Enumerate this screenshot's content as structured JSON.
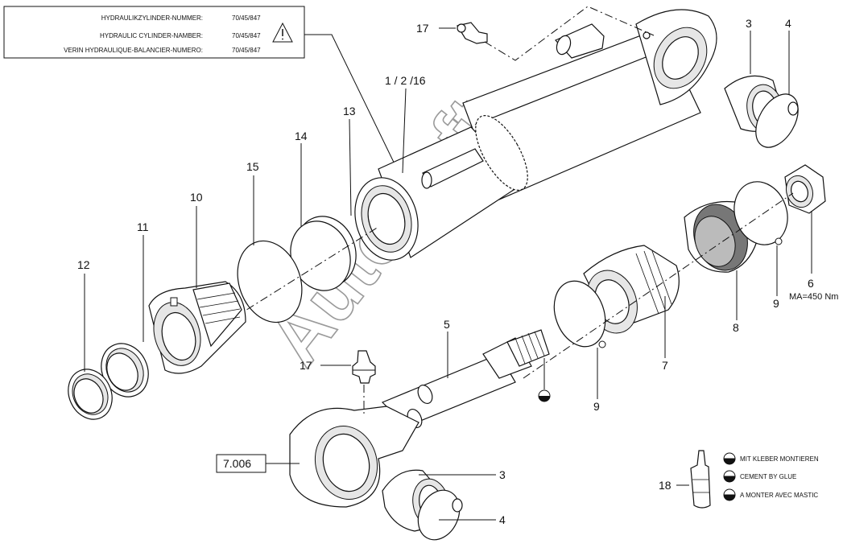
{
  "info_box": {
    "rows": [
      {
        "label": "HYDRAULIKZYLINDER-NUMMER:",
        "value": "70/45/847"
      },
      {
        "label": "HYDRAULIC CYLINDER-NAMBER:",
        "value": "70/45/847"
      },
      {
        "label": "VERIN HYDRAULIQUE-BALANCIER-NUMERO:",
        "value": "70/45/847"
      }
    ]
  },
  "callouts": {
    "c17_top": "17",
    "c1_2_16": "1 / 2 /16",
    "c3_top": "3",
    "c4_top": "4",
    "c13": "13",
    "c14": "14",
    "c15": "15",
    "c10": "10",
    "c11": "11",
    "c12": "12",
    "c6": "6",
    "torque": "MA=450 Nm",
    "c9_right": "9",
    "c8": "8",
    "c7": "7",
    "c9_mid": "9",
    "c5": "5",
    "c17_mid": "17",
    "c7006": "7.006",
    "c3_bottom": "3",
    "c4_bottom": "4",
    "c18": "18"
  },
  "legend": {
    "items": [
      "MIT KLEBER MONTIEREN",
      "CEMENT BY GLUE",
      "A MONTER AVEC MASTIC"
    ]
  },
  "watermark": "AutoSoft"
}
